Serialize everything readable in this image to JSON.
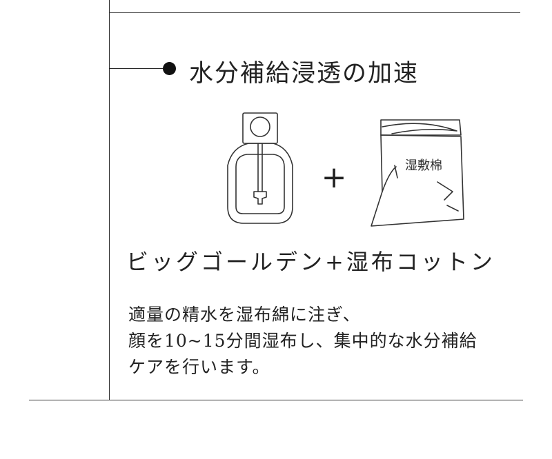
{
  "section": {
    "heading": "水分補給浸透の加速",
    "illustration": {
      "plus_sign": "+",
      "bag_label": "湿敷棉",
      "icons": [
        "serum-bottle-icon",
        "plus-icon",
        "cotton-bag-icon"
      ]
    },
    "subtitle": "ビッグゴールデン+湿布コットン",
    "description": [
      "適量の精水を湿布綿に注ぎ、",
      "顔を10~15分間湿布し、集中的な水分補給",
      "ケアを行います。"
    ]
  }
}
